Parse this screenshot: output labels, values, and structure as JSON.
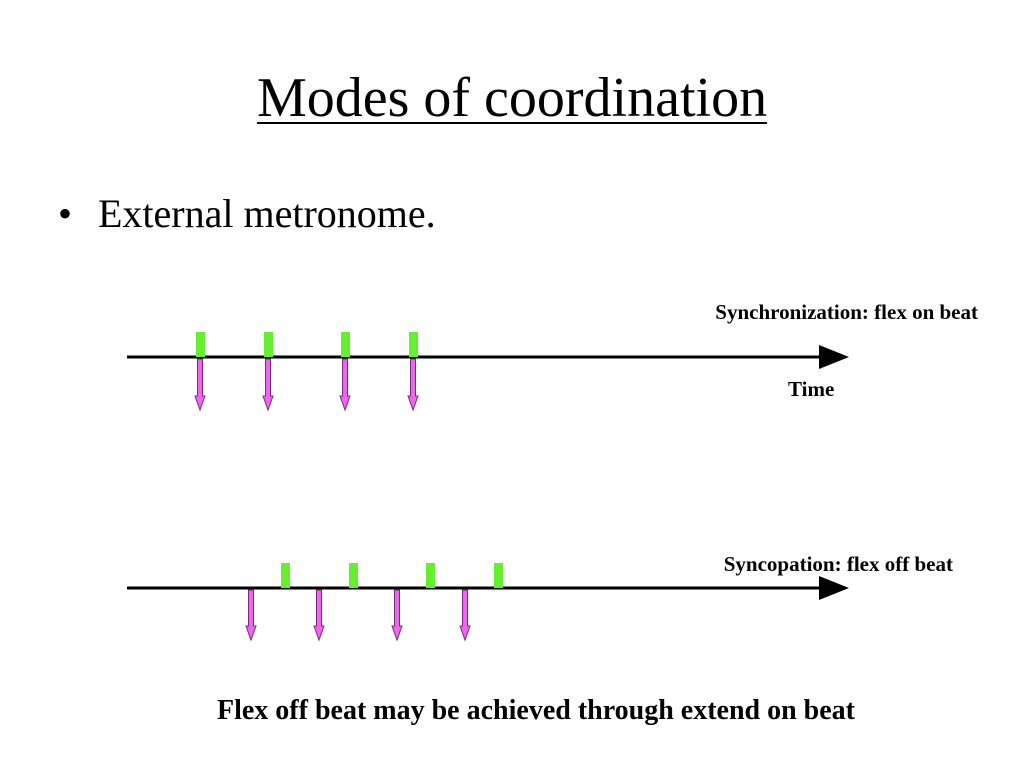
{
  "title": "Modes of coordination",
  "bullet": {
    "marker": "•",
    "text": "External metronome."
  },
  "diagram": {
    "sync_label": "Synchronization: flex on beat",
    "time_label": "Time",
    "sync2_label": "Syncopation: flex off beat",
    "colors": {
      "beat": "#66ee33",
      "arrow_fill": "#ee66ee",
      "arrow_stroke": "#7a2a7a",
      "axis": "#000000"
    }
  },
  "caption": "Flex off beat may be achieved through extend on beat"
}
